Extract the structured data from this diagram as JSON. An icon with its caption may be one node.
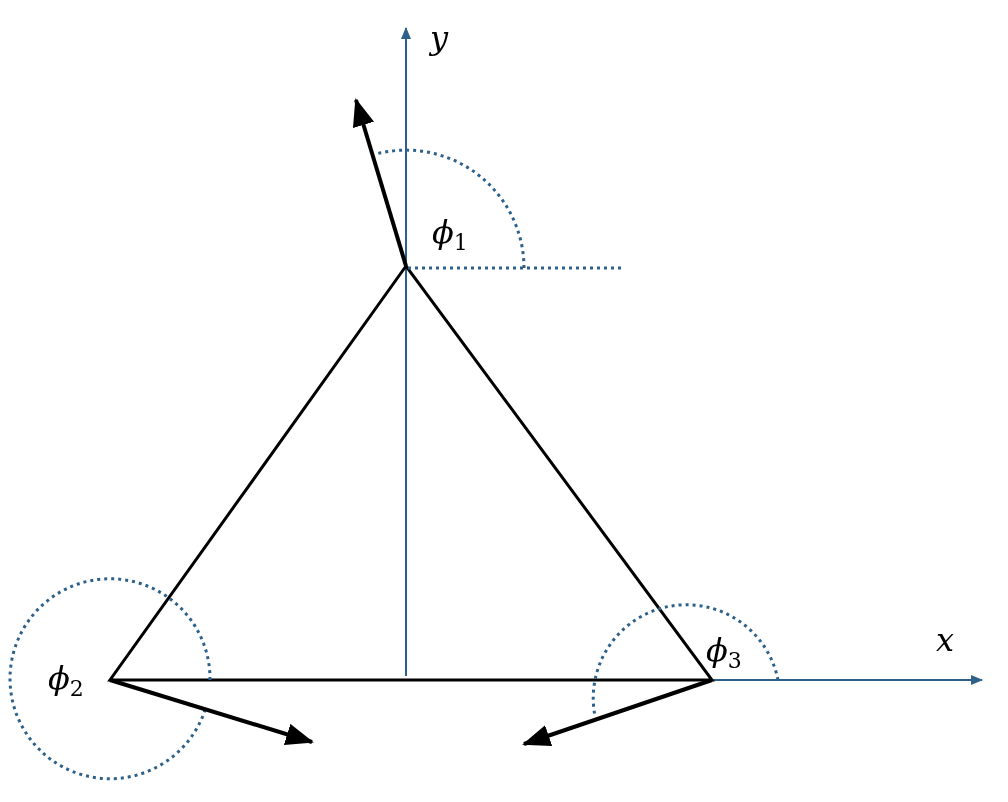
{
  "diagram": {
    "labels": [
      "y",
      "ϕ$_{1}$",
      "x",
      "ϕ$_{3}$",
      "ϕ$_{2}$"
    ]
  }
}
